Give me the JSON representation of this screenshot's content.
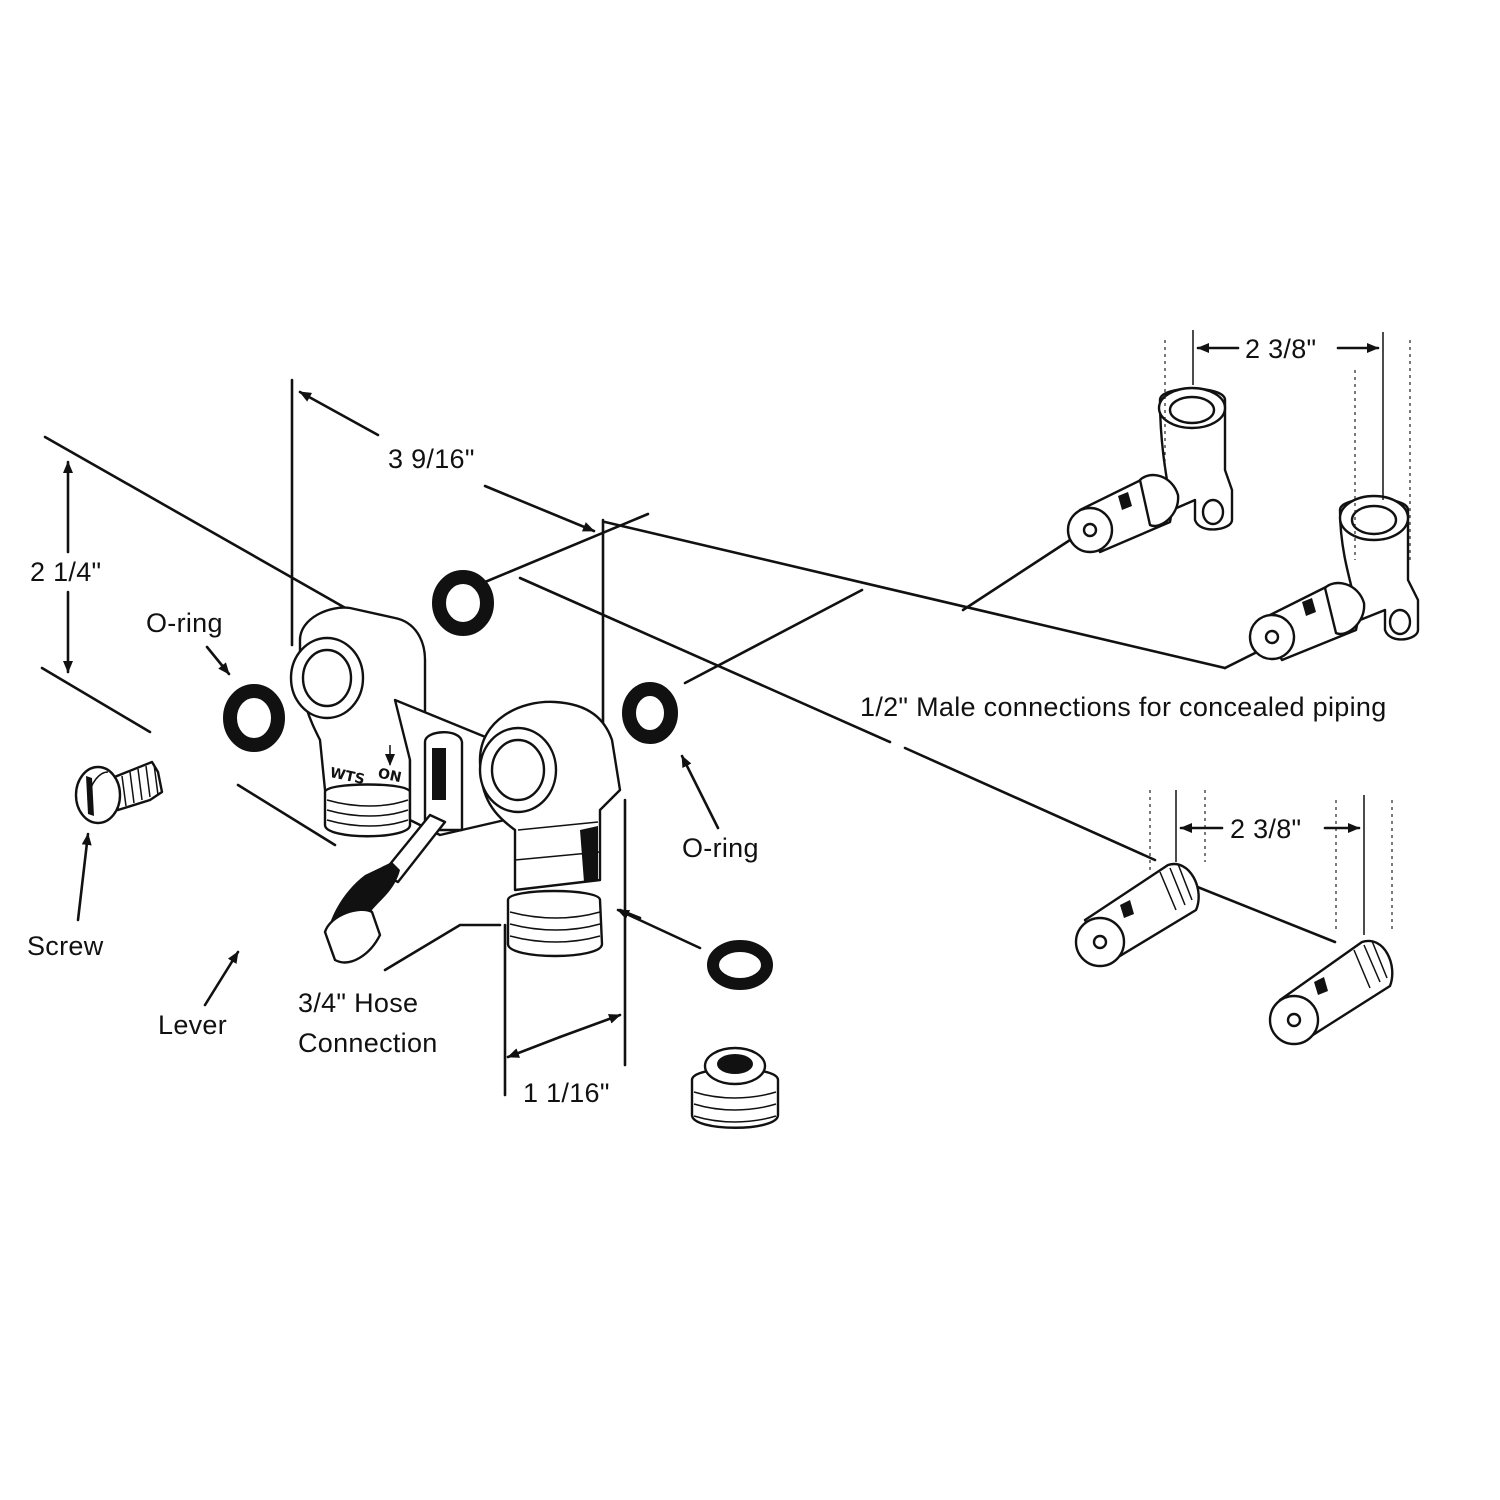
{
  "labels": {
    "oring_left": "O-ring",
    "oring_right": "O-ring",
    "screw": "Screw",
    "lever": "Lever",
    "hose_line1": "3/4\" Hose",
    "hose_line2": "Connection",
    "male_conn": "1/2\" Male connections for concealed piping"
  },
  "dimensions": {
    "height": "2 1/4\"",
    "width": "3 9/16\"",
    "outlet": "1 1/16\"",
    "spacing_top": "2 3/8\"",
    "spacing_bottom": "2 3/8\""
  },
  "valve_markings": {
    "left_mark": "WTS",
    "on_mark": "ON"
  },
  "colors": {
    "ink": "#111111",
    "paper": "#ffffff"
  }
}
